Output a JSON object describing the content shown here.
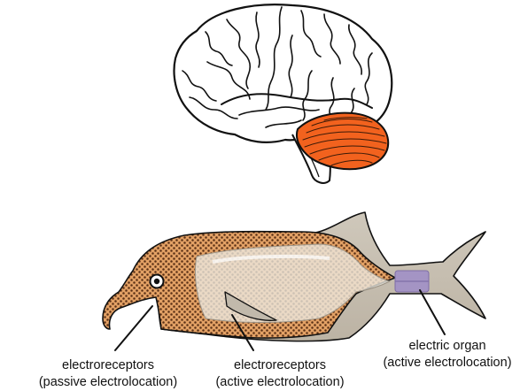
{
  "labels": {
    "passive_line1": "electroreceptors",
    "passive_line2": "(passive electrolocation)",
    "active_line1": "electroreceptors",
    "active_line2": "(active electrolocation)",
    "organ_line1": "electric organ",
    "organ_line2": "(active electrolocation)"
  },
  "colors": {
    "cerebellum": "#f2621e",
    "electroreceptor_skin": "#e3a165",
    "electroreceptor_dots": "#5a3015",
    "body": "#d6d0c4",
    "fin": "#c1b9ab",
    "inner_body": "#ece9e0",
    "electric_organ": "#a494c4",
    "outline": "#111111"
  }
}
